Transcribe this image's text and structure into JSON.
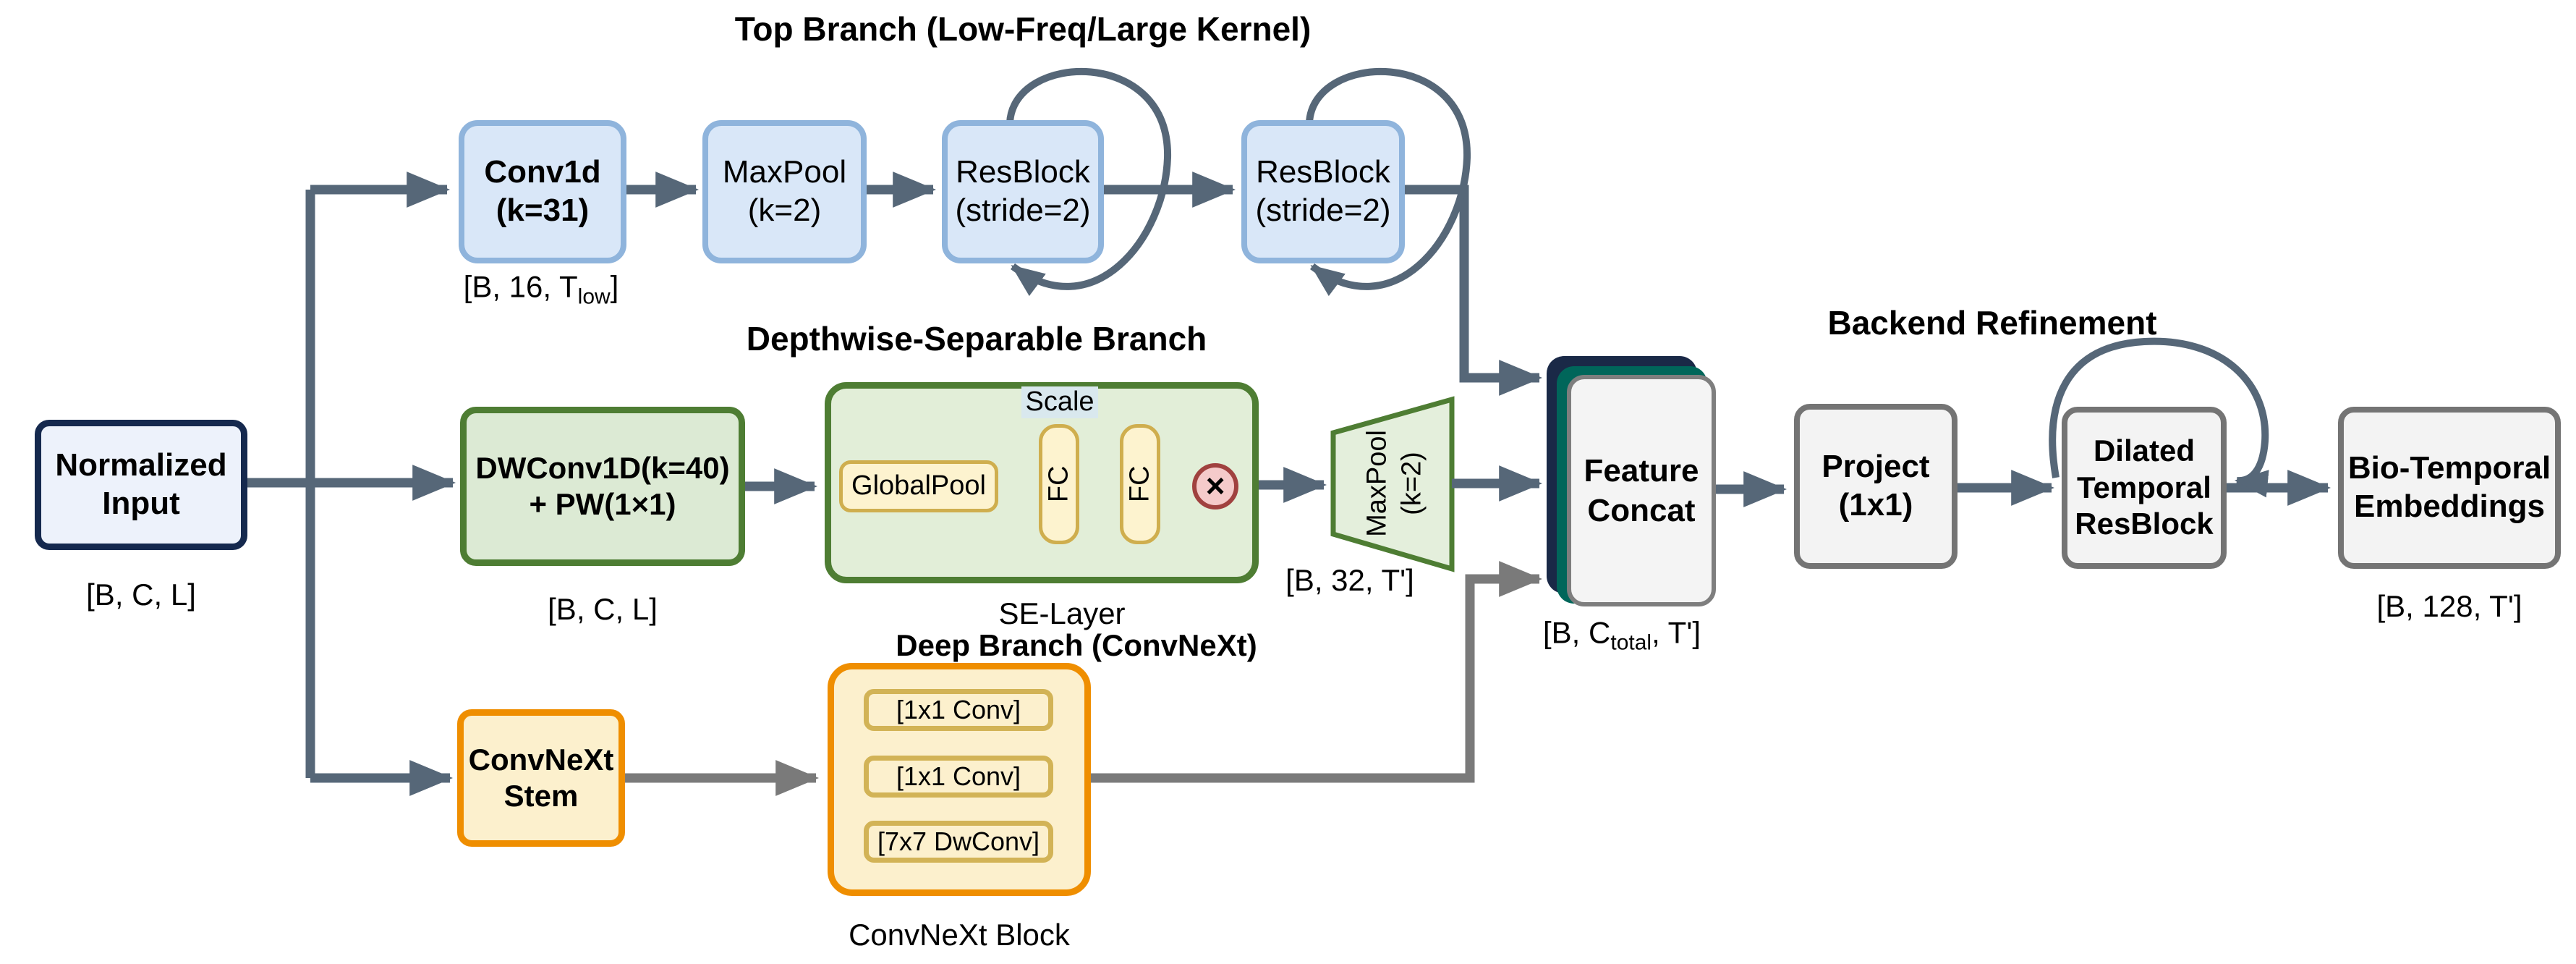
{
  "titles": {
    "top_branch": "Top Branch (Low-Freq/Large Kernel)",
    "dw_branch": "Depthwise-Separable Branch",
    "deep_branch": "Deep Branch (ConvNeXt)",
    "backend": "Backend Refinement"
  },
  "nodes": {
    "normalized_input": {
      "label": "Normalized\nInput",
      "caption": "[B, C, L]"
    },
    "conv1d": {
      "label": "Conv1d\n(k=31)",
      "caption_pre": "[B, 16, T",
      "caption_sub": "low",
      "caption_post": "]"
    },
    "maxpool": {
      "label": "MaxPool\n(k=2)"
    },
    "resblock1": {
      "label": "ResBlock\n(stride=2)"
    },
    "resblock2": {
      "label": "ResBlock\n(stride=2)"
    },
    "dwconv": {
      "label": "DWConv1D(k=40)\n+ PW(1×1)",
      "caption": "[B, C, L]"
    },
    "se_layer": {
      "globalpool": "GlobalPool",
      "fc1": "FC",
      "fc2": "FC",
      "scale": "Scale",
      "multiply": "×",
      "caption": "SE-Layer"
    },
    "maxpool_down": {
      "label": "MaxPool\n(k=2)",
      "caption": "[B, 32, T']"
    },
    "convnext_stem": {
      "label": "ConvNeXt\nStem"
    },
    "convnext_block": {
      "layers": [
        "[1x1 Conv]",
        "[1x1 Conv]",
        "[7x7 DwConv]"
      ],
      "caption": "ConvNeXt Block"
    },
    "feature_concat": {
      "label": "Feature\nConcat",
      "caption_pre": "[B, C",
      "caption_sub": "total",
      "caption_post": ", T']"
    },
    "project": {
      "label": "Project\n(1x1)"
    },
    "dilated_resblock": {
      "label": "Dilated\nTemporal\nResBlock"
    },
    "bio_embeddings": {
      "label": "Bio-Temporal\nEmbeddings",
      "caption": "[B, 128, T']"
    }
  },
  "colors": {
    "arrow_slate": "#566778",
    "arrow_gray": "#7a7a7a",
    "top_branch_fill": "#d9e7f8",
    "top_branch_border": "#8fb4dc",
    "input_border": "#15294e",
    "green_border": "#4e7d33",
    "green_fill": "#dcead4",
    "yellow_fill": "#fdf3cf",
    "yellow_border": "#cfae4e",
    "orange_border": "#ef8e00",
    "orange_fill": "#fcf0cd",
    "concat_navy": "#1a2947",
    "concat_teal": "#00665a",
    "neutral_fill": "#f3f3f3",
    "neutral_border": "#747474",
    "scale_bg": "#d9e8ee",
    "multiply_border": "#a0413f",
    "multiply_fill": "#f5caca"
  }
}
